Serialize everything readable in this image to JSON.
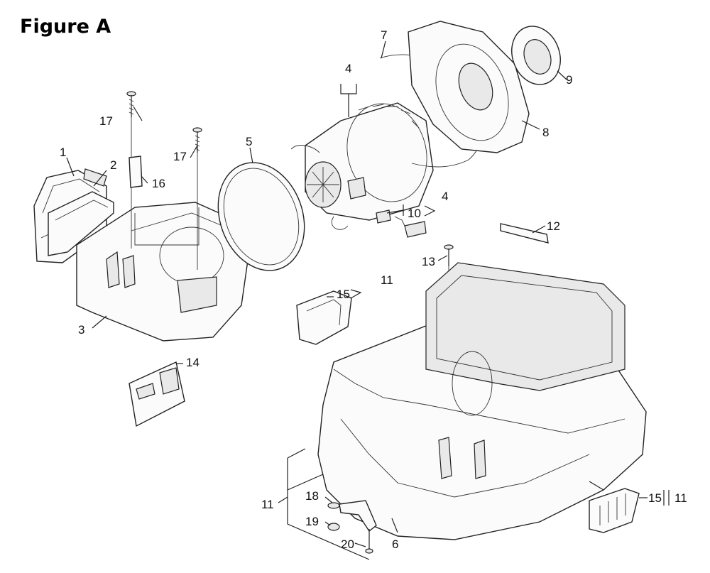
{
  "figure": {
    "title": "Figure A"
  },
  "callouts": [
    {
      "id": "c1",
      "label": "1"
    },
    {
      "id": "c2",
      "label": "2"
    },
    {
      "id": "c3",
      "label": "3"
    },
    {
      "id": "c4a",
      "label": "4"
    },
    {
      "id": "c4b",
      "label": "4"
    },
    {
      "id": "c5",
      "label": "5"
    },
    {
      "id": "c6",
      "label": "6"
    },
    {
      "id": "c7",
      "label": "7"
    },
    {
      "id": "c8",
      "label": "8"
    },
    {
      "id": "c9",
      "label": "9"
    },
    {
      "id": "c10",
      "label": "10"
    },
    {
      "id": "c11a",
      "label": "11"
    },
    {
      "id": "c11b",
      "label": "11"
    },
    {
      "id": "c11c",
      "label": "11"
    },
    {
      "id": "c12",
      "label": "12"
    },
    {
      "id": "c13",
      "label": "13"
    },
    {
      "id": "c14",
      "label": "14"
    },
    {
      "id": "c15a",
      "label": "15"
    },
    {
      "id": "c15b",
      "label": "15"
    },
    {
      "id": "c16",
      "label": "16"
    },
    {
      "id": "c17a",
      "label": "17"
    },
    {
      "id": "c17b",
      "label": "17"
    },
    {
      "id": "c18",
      "label": "18"
    },
    {
      "id": "c19",
      "label": "19"
    },
    {
      "id": "c20",
      "label": "20"
    }
  ]
}
